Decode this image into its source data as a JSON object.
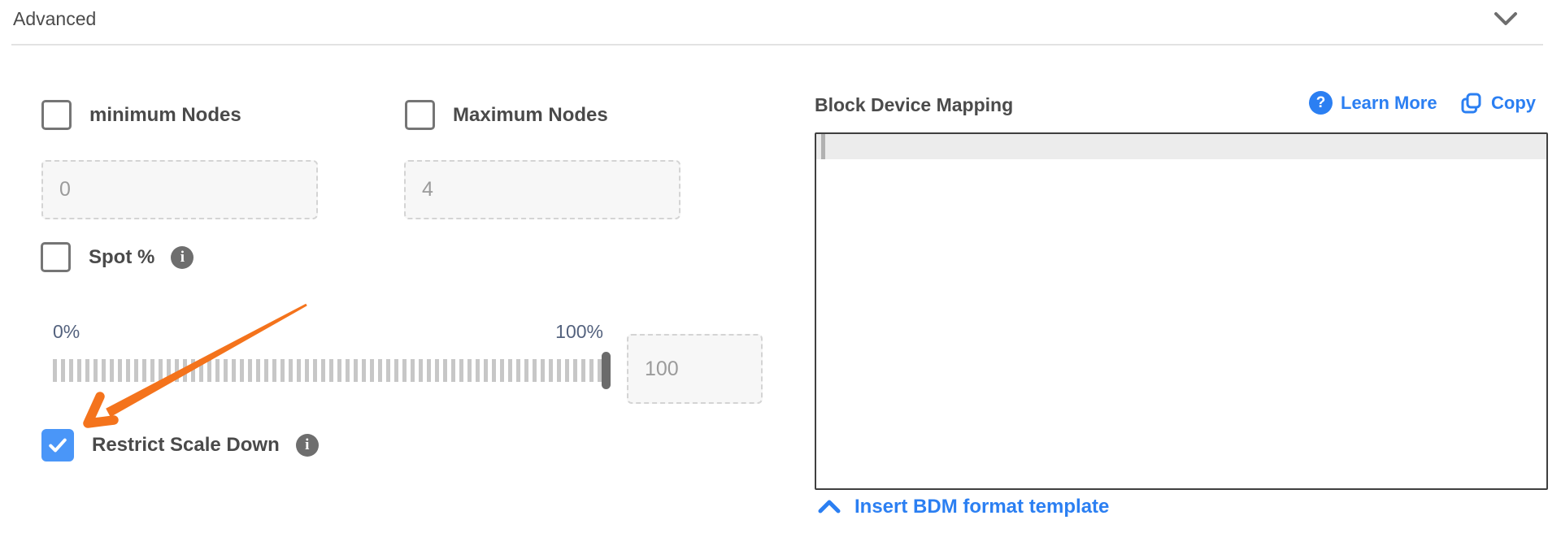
{
  "panel": {
    "title": "Advanced"
  },
  "colors": {
    "accent_blue": "#2b7ff2",
    "checkbox_checked_blue": "#4a96f8",
    "annotation_orange": "#f4731c",
    "slider_handle_gray": "#6b6b6b",
    "label_gray": "#4a4a4a",
    "slider_label_slate": "#54627e"
  },
  "fields": {
    "min_nodes": {
      "label": "minimum Nodes",
      "checked": false,
      "value": "0"
    },
    "max_nodes": {
      "label": "Maximum Nodes",
      "checked": false,
      "value": "4"
    },
    "spot": {
      "label": "Spot %",
      "checked": false
    },
    "slider": {
      "min_label": "0%",
      "max_label": "100%",
      "value": "100"
    },
    "restrict_scale_down": {
      "label": "Restrict Scale Down",
      "checked": true
    }
  },
  "icons": {
    "info_glyph": "i",
    "help_glyph": "?"
  },
  "bdm": {
    "title": "Block Device Mapping",
    "learn_more_label": "Learn More",
    "copy_label": "Copy",
    "editor_value": "",
    "insert_template_label": "Insert BDM format template"
  }
}
